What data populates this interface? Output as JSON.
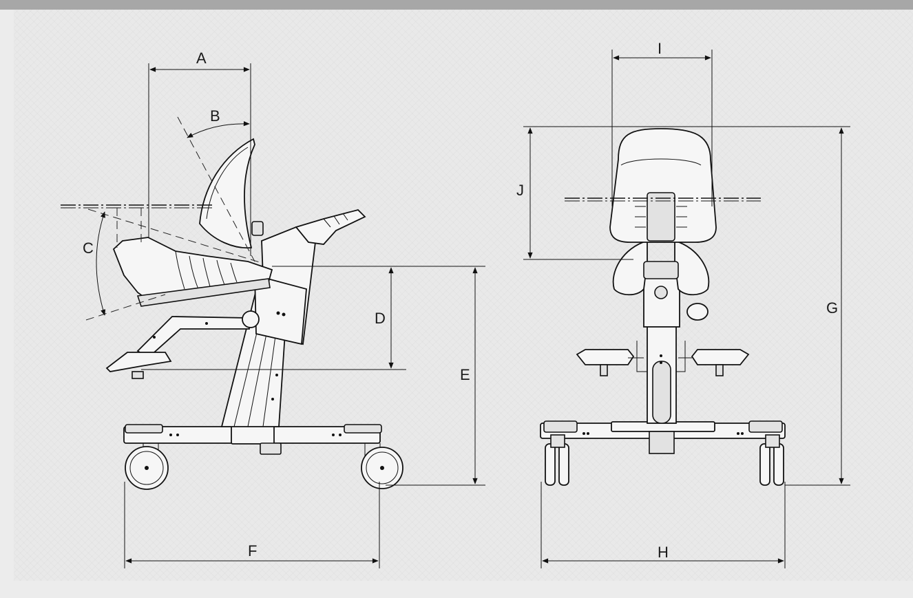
{
  "labels": {
    "a": "A",
    "b": "B",
    "c": "C",
    "d": "D",
    "e": "E",
    "f": "F",
    "g": "G",
    "h": "H",
    "i": "I",
    "j": "J"
  },
  "colors": {
    "background": "#e9e9e9",
    "top_bar": "#a7a7a7",
    "line": "#111111"
  }
}
